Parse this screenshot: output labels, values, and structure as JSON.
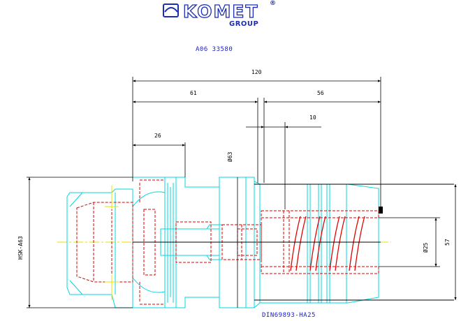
{
  "brand": {
    "name": "KOMET",
    "registered": "®",
    "subbrand": "GROUP",
    "logo_icon": "komet-swoosh-icon",
    "color": "#1a2db4"
  },
  "drawing": {
    "part_number": "A06 33580",
    "standard": "DIN69893-HA25",
    "colors": {
      "outline": "#00d8e0",
      "hidden": "#e00000",
      "center": "#e8e000",
      "dimension": "#000000",
      "label": "#1a1ac8"
    },
    "dimensions": {
      "overall_length": "120",
      "shank_length": "61",
      "projection_length": "56",
      "collar_width": "10",
      "flange_width": "26",
      "flange_diameter": "Ø63",
      "bore_diameter": "Ø25",
      "outer_height": "57",
      "taper_label": "HSK-A63"
    }
  }
}
